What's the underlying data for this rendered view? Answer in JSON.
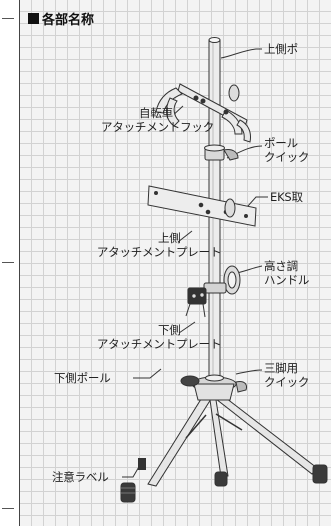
{
  "section_title": "各部名称",
  "labels": {
    "upper_pole": "上側ポ",
    "bike_hook_line1": "自転車",
    "bike_hook_line2": "アタッチメントフック",
    "pole_quick_line1": "ポール",
    "pole_quick_line2": "クイック",
    "eks": "EKS取",
    "upper_plate_line1": "上側",
    "upper_plate_line2": "アタッチメントプレート",
    "height_handle_line1": "高さ調",
    "height_handle_line2": "ハンドル",
    "lower_plate_line1": "下側",
    "lower_plate_line2": "アタッチメントプレート",
    "tripod_quick_line1": "三脚用",
    "tripod_quick_line2": "クイック",
    "lower_pole": "下側ポール",
    "caution_label": "注意ラベル"
  },
  "colors": {
    "grid": "#d2d2d2",
    "panel_bg": "#f3f3f3",
    "line": "#333333",
    "metal": "#e6e6e6",
    "dark": "#2a2a2a"
  }
}
